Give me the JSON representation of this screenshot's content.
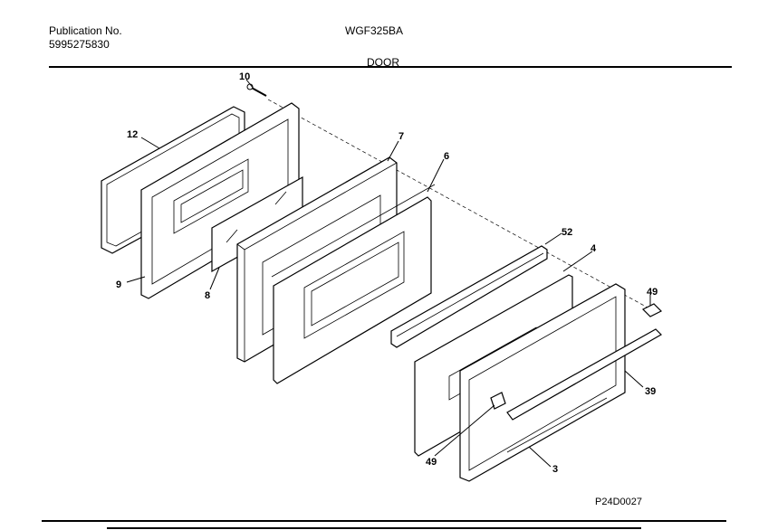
{
  "header": {
    "publication_label": "Publication No.",
    "publication_number": "5995275830",
    "model": "WGF325BA",
    "section_title": "DOOR"
  },
  "drawing_code": "P24D0027",
  "callouts": {
    "c10": "10",
    "c12": "12",
    "c7": "7",
    "c6": "6",
    "c9": "9",
    "c8": "8",
    "c52": "52",
    "c4": "4",
    "c49a": "49",
    "c39": "39",
    "c49b": "49",
    "c3": "3"
  }
}
